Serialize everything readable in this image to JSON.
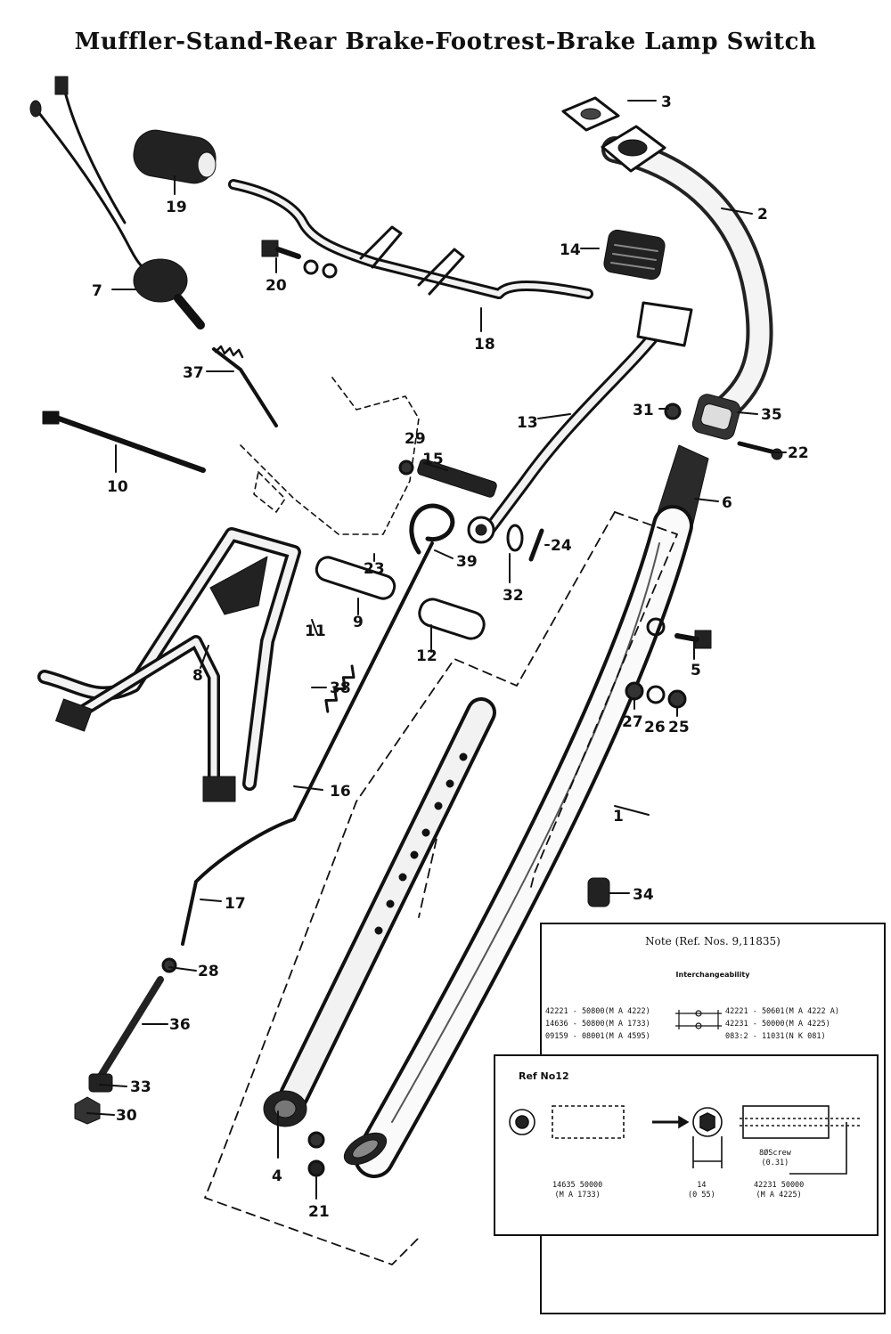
{
  "title": "Muffler-Stand-Rear Brake-Footrest-Brake Lamp Switch",
  "callouts": {
    "c1": "1",
    "c2": "2",
    "c3": "3",
    "c4": "4",
    "c5": "5",
    "c6": "6",
    "c7": "7",
    "c8": "8",
    "c9": "9",
    "c10": "10",
    "c11": "11",
    "c12": "12",
    "c13": "13",
    "c14": "14",
    "c15": "15",
    "c16": "16",
    "c17": "17",
    "c18": "18",
    "c19": "19",
    "c20": "20",
    "c21": "21",
    "c22": "22",
    "c23": "23",
    "c24": "24",
    "c25": "25",
    "c26": "26",
    "c27": "27",
    "c28": "28",
    "c29": "29",
    "c30": "30",
    "c31": "31",
    "c32": "32",
    "c33": "33",
    "c34": "34",
    "c35": "35",
    "c36": "36",
    "c37": "37",
    "c38": "38",
    "c39": "39"
  },
  "note": {
    "title": "Note (Ref. Nos. 9,11835)",
    "subtitle": "Interchangeability",
    "rows_left": [
      "42221 - 50800(M A 4222)",
      "14636 - 50800(M A 1733)",
      "09159 - 08001(M A 4595)"
    ],
    "rows_right": [
      "42221 - 50601(M A 4222 A)",
      "42231 - 50000(M A 4225)",
      "083:2 - 11031(N K 081)"
    ]
  },
  "ref_detail": {
    "title": "Ref  No12",
    "left_part_number": "14635  50000",
    "left_part_model": "(M A  1733)",
    "dimension_mm": "14",
    "dimension_in": "(0 55)",
    "screw_label": "8ØScrew",
    "screw_in": "(0.31)",
    "right_part_number": "42231  50000",
    "right_part_model": "(M A  4225)"
  }
}
